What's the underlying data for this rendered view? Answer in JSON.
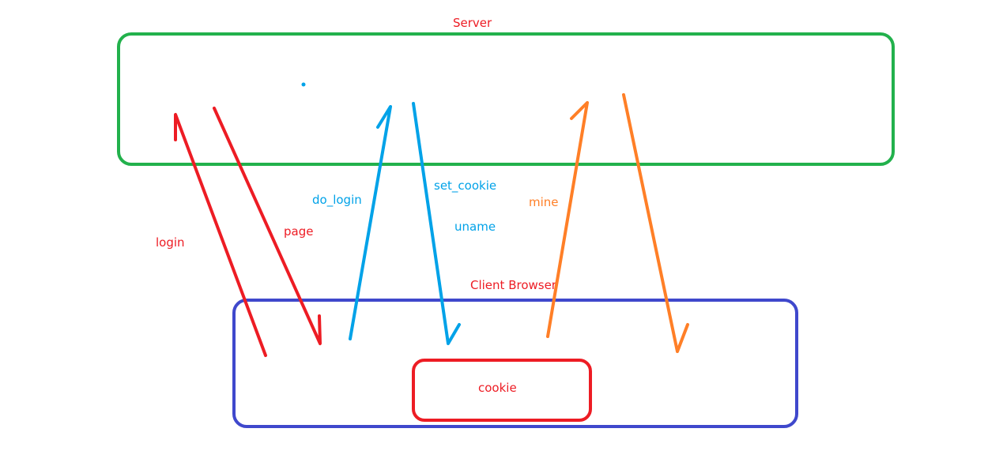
{
  "colors": {
    "server": "#22b14c",
    "client": "#3f48cc",
    "red": "#ed1c24",
    "blue": "#00a2e8",
    "orange": "#ff7f27"
  },
  "labels": {
    "server": "Server",
    "client": "Client Browser",
    "cookie": "cookie",
    "login": "login",
    "page": "page",
    "do_login": "do_login",
    "set_cookie": "set_cookie",
    "uname": "uname",
    "mine": "mine"
  }
}
